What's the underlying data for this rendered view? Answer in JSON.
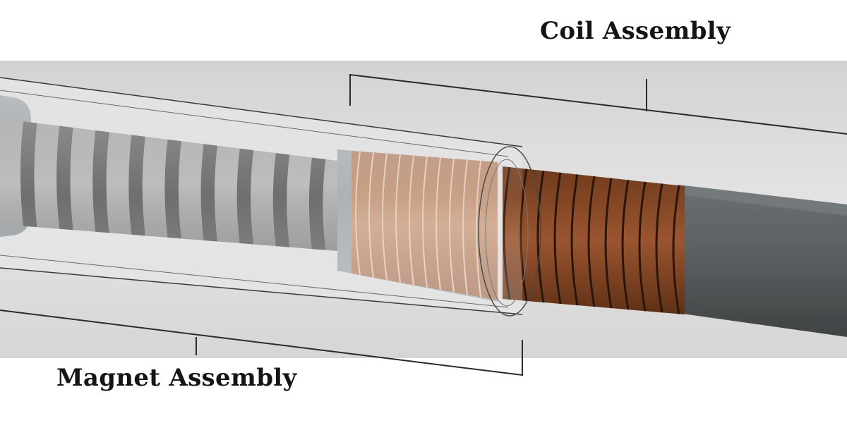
{
  "labels": {
    "coil_assembly": "Coil Assembly",
    "magnet_assembly": "Magnet Assembly"
  },
  "colors": {
    "background_panel": "#dcdcdc",
    "copper": "#8a4a26",
    "copper_tinted": "#c49a7f",
    "magnet_light": "#a9a9a9",
    "magnet_dark": "#6a6a6a",
    "rod": "#5c6163",
    "tube_outline": "#3a3a3a"
  },
  "components": [
    {
      "name": "magnet-assembly",
      "magnet_band_count": 9
    },
    {
      "name": "coil-assembly",
      "visible_winding_count": 11,
      "tinted_winding_count": 10
    }
  ]
}
